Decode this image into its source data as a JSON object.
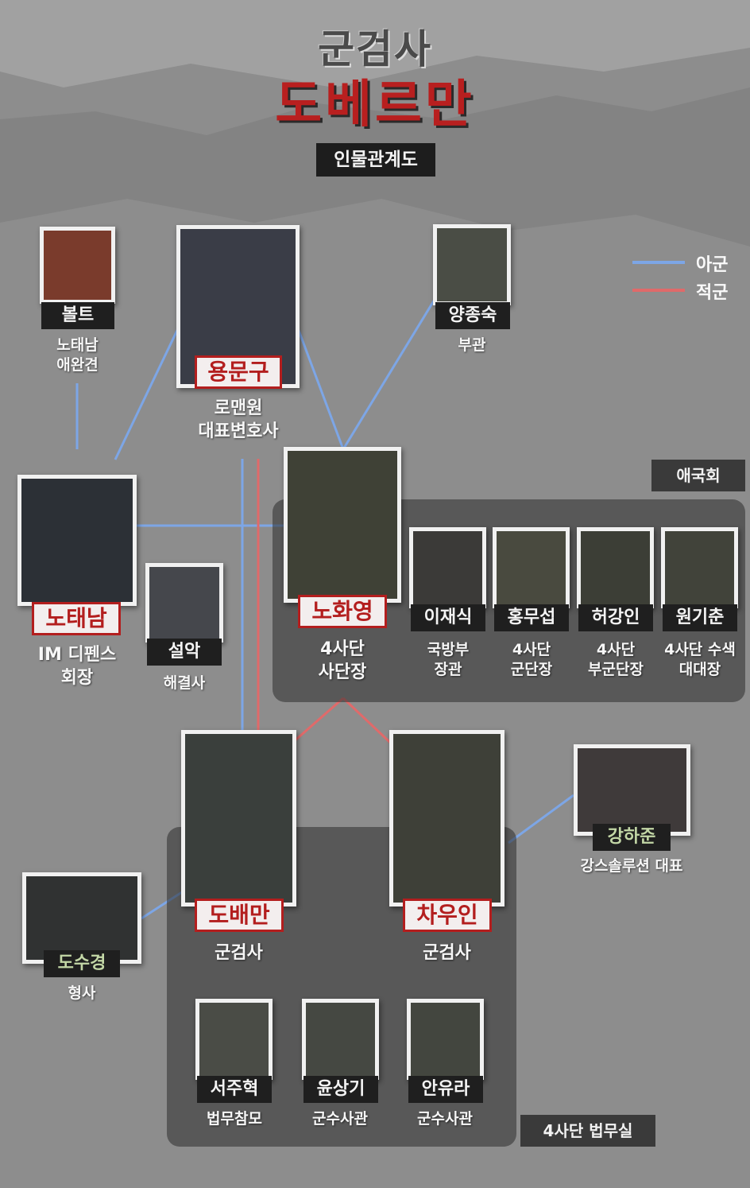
{
  "header": {
    "logo_top": "군검사",
    "logo_main": "도베르만",
    "title_chip": "인물관계도"
  },
  "legend": [
    {
      "label": "아군",
      "color": "#7da6e6"
    },
    {
      "label": "적군",
      "color": "#e06a6a"
    }
  ],
  "groups": {
    "aegukhoe": "애국회",
    "legal": "4사단 법무실"
  },
  "people": {
    "bolt": {
      "name": "볼트",
      "role1": "노태남",
      "role2": "애완견"
    },
    "yong": {
      "name": "용문구",
      "role1": "로맨원",
      "role2": "대표변호사"
    },
    "yang": {
      "name": "양종숙",
      "role1": "부관"
    },
    "notaenam": {
      "name": "노태남",
      "role1": "IM 디펜스",
      "role2": "회장"
    },
    "seolak": {
      "name": "설악",
      "role1": "해결사"
    },
    "nohwa": {
      "name": "노화영",
      "role1": "4사단",
      "role2": "사단장"
    },
    "ijaesik": {
      "name": "이재식",
      "role1": "국방부",
      "role2": "장관"
    },
    "hong": {
      "name": "홍무섭",
      "role1": "4사단",
      "role2": "군단장"
    },
    "heo": {
      "name": "허강인",
      "role1": "4사단",
      "role2": "부군단장"
    },
    "won": {
      "name": "원기춘",
      "role1": "4사단 수색",
      "role2": "대대장"
    },
    "doba": {
      "name": "도배만",
      "role1": "군검사"
    },
    "chaw": {
      "name": "차우인",
      "role1": "군검사"
    },
    "kang": {
      "name": "강하준",
      "role1": "강스솔루션 대표"
    },
    "dosu": {
      "name": "도수경",
      "role1": "형사"
    },
    "seoj": {
      "name": "서주혁",
      "role1": "법무참모"
    },
    "yoon": {
      "name": "윤상기",
      "role1": "군수사관"
    },
    "anyu": {
      "name": "안유라",
      "role1": "군수사관"
    }
  }
}
